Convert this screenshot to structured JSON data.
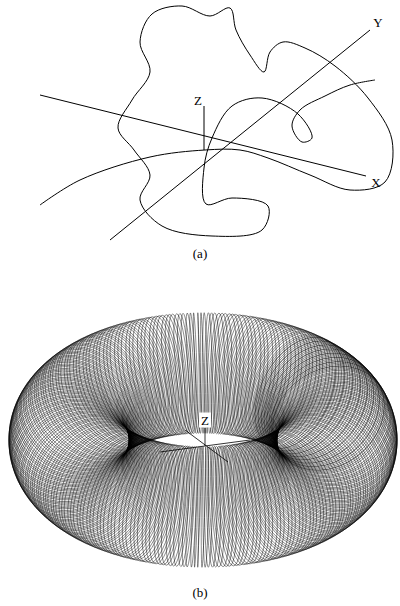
{
  "diagram": {
    "labels": [
      "Z",
      "Y",
      "X",
      "(a)",
      "Z",
      "(b)"
    ]
  }
}
